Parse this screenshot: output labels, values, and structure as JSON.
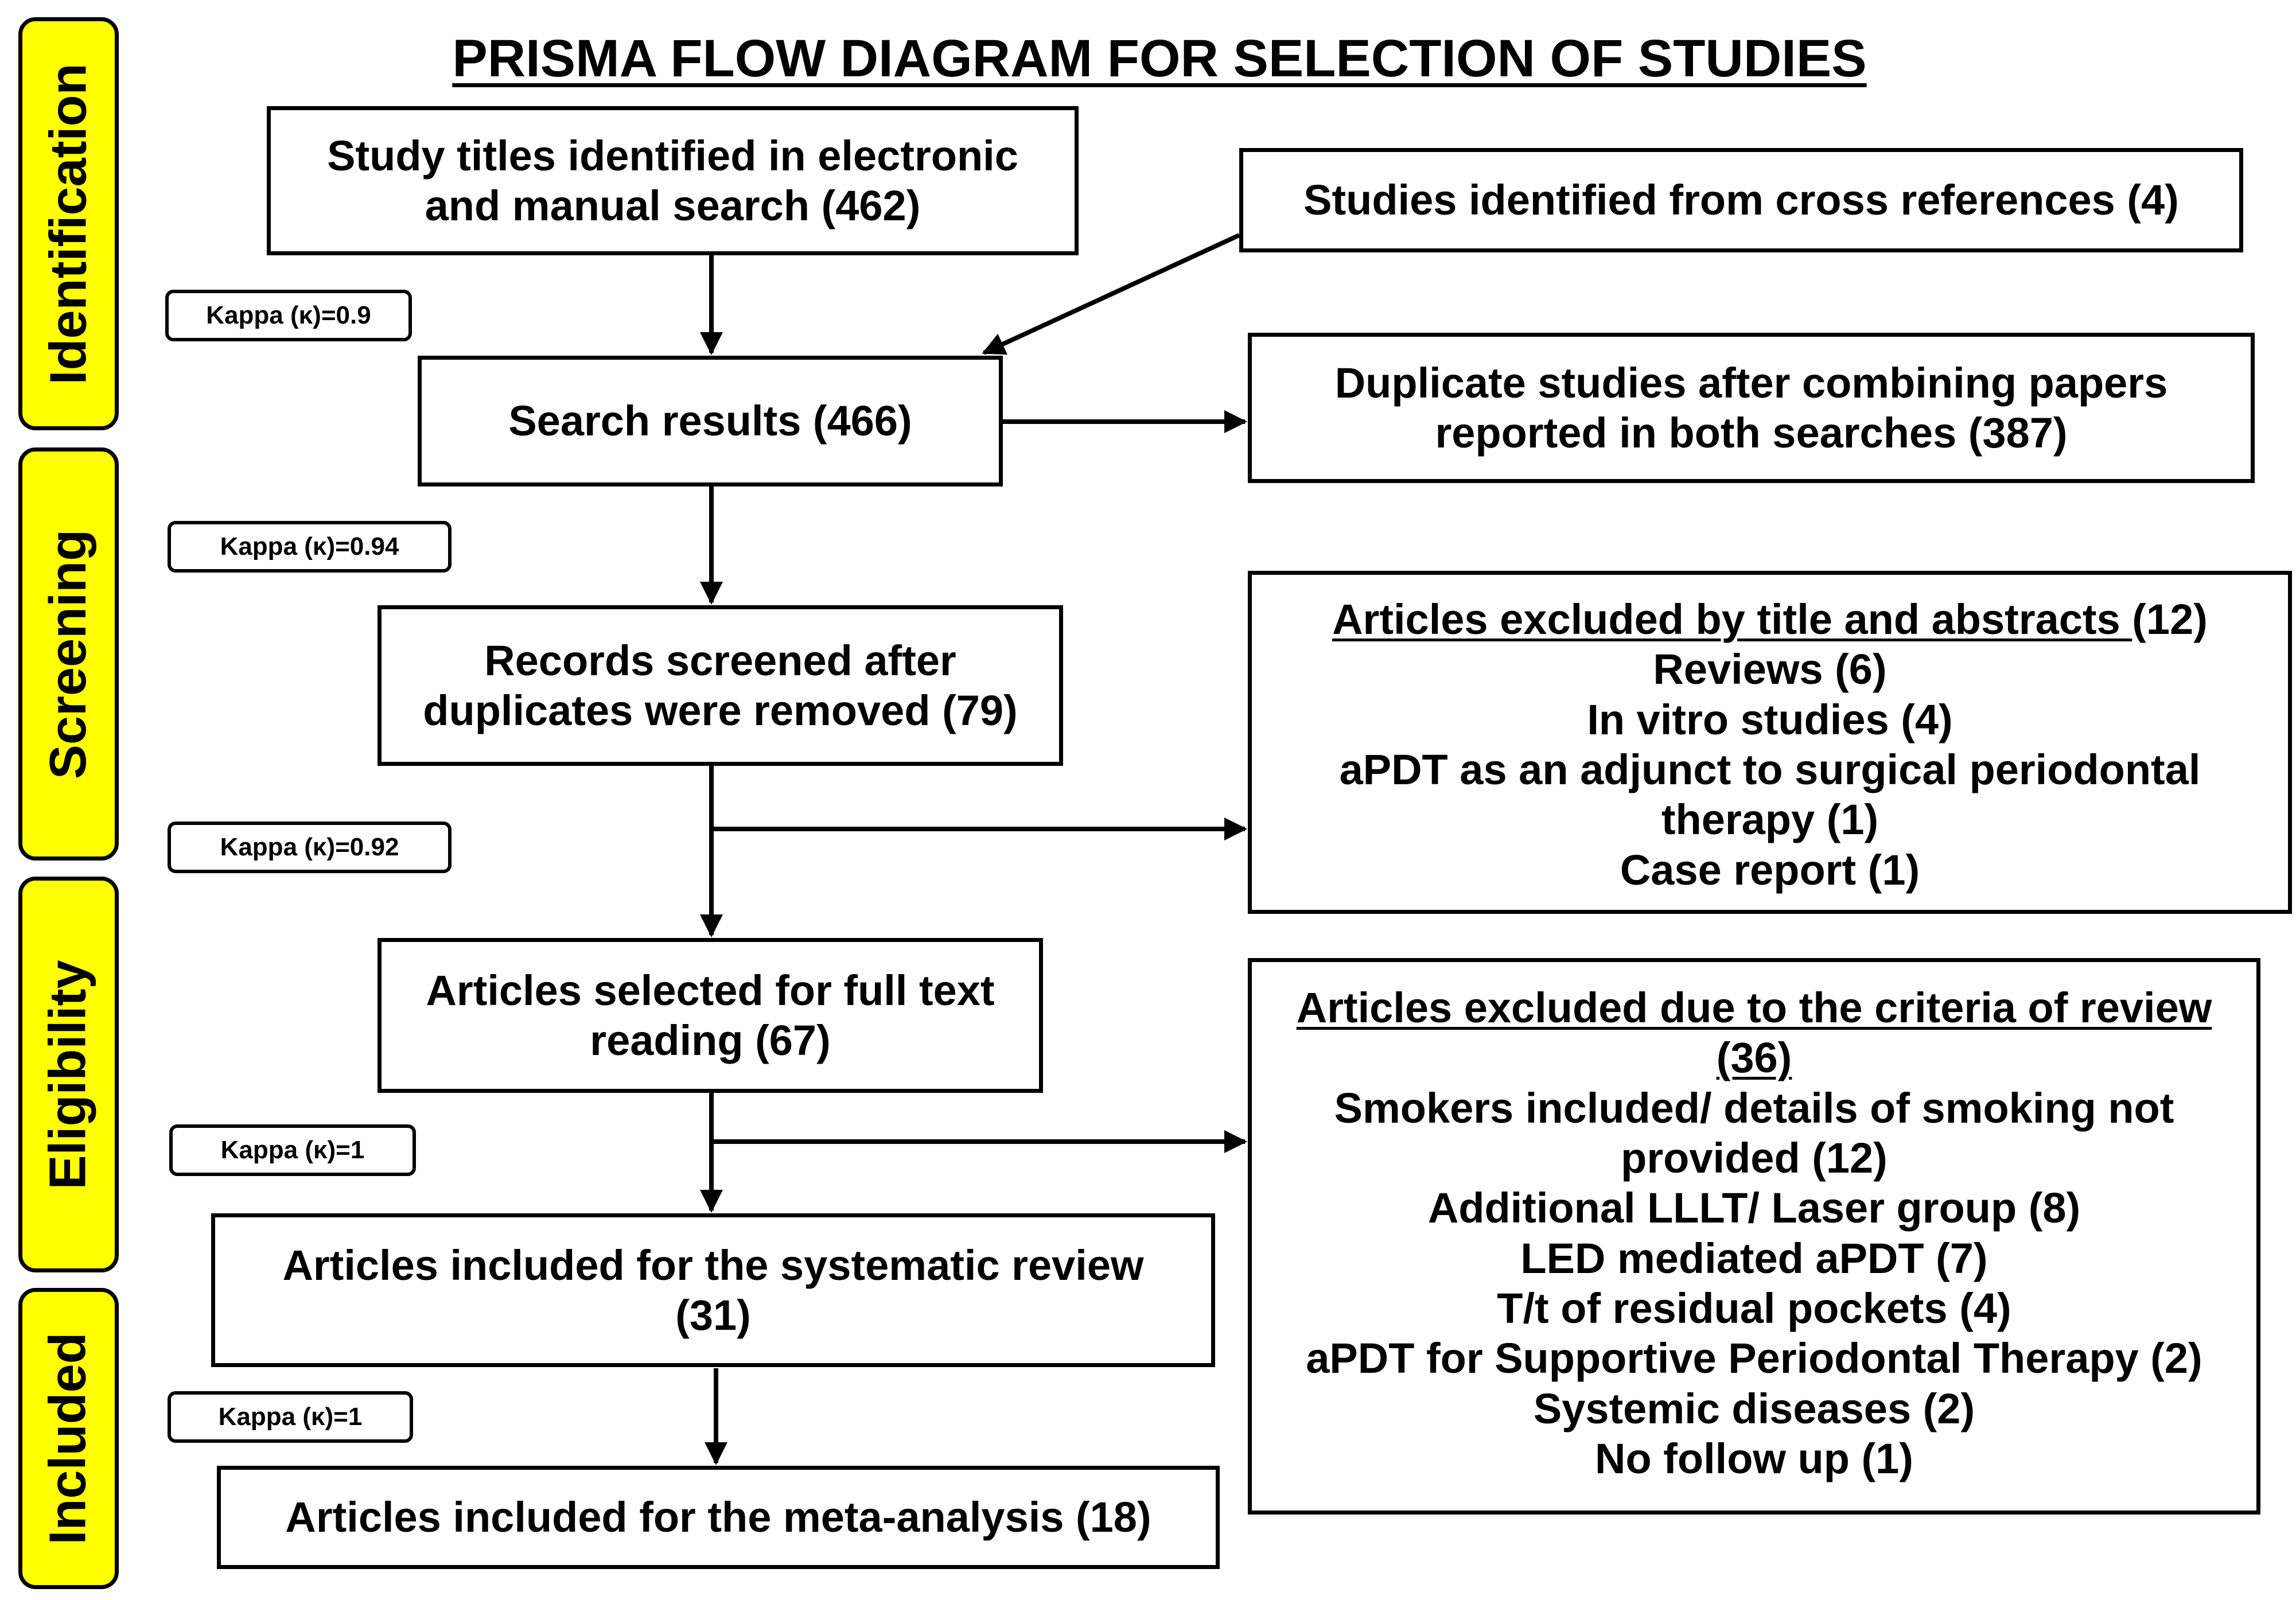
{
  "title": "PRISMA FLOW DIAGRAM FOR SELECTION OF STUDIES",
  "stages": {
    "identification": "Identification",
    "screening": "Screening",
    "eligibility": "Eligibility",
    "included": "Included"
  },
  "boxes": {
    "study_titles": {
      "line1": "Study titles identified in electronic",
      "line2": "and manual search (462)"
    },
    "cross_references": "Studies identified from cross references (4)",
    "search_results": "Search results (466)",
    "duplicates": {
      "line1": "Duplicate studies after combining papers",
      "line2": "reported in both searches (387)"
    },
    "records_screened": {
      "line1": "Records screened after",
      "line2": "duplicates were removed (79)"
    },
    "excluded_title": {
      "heading": "Articles excluded by title and abstracts ",
      "count": "(12)",
      "items": [
        "Reviews (6)",
        "In vitro studies (4)",
        "aPDT as an adjunct to surgical periodontal",
        "therapy (1)",
        "Case report (1)"
      ]
    },
    "full_text": {
      "line1": "Articles selected for full text",
      "line2": "reading (67)"
    },
    "excluded_criteria": {
      "heading1": "Articles excluded due to the criteria of review",
      "heading2": "(36)",
      "items": [
        "Smokers included/ details of smoking not",
        "provided (12)",
        "Additional LLLT/ Laser group (8)",
        "LED mediated aPDT (7)",
        "T/t of residual pockets (4)",
        "aPDT for Supportive Periodontal Therapy (2)",
        "Systemic diseases (2)",
        "No follow up (1)"
      ]
    },
    "systematic_review": {
      "line1": "Articles included for the systematic review",
      "line2": "(31)"
    },
    "meta_analysis": "Articles included for the meta-analysis (18)"
  },
  "kappas": {
    "k1": "Kappa (κ)=0.9",
    "k2": "Kappa (κ)=0.94",
    "k3": "Kappa (κ)=0.92",
    "k4": "Kappa (κ)=1",
    "k5": "Kappa (κ)=1"
  }
}
